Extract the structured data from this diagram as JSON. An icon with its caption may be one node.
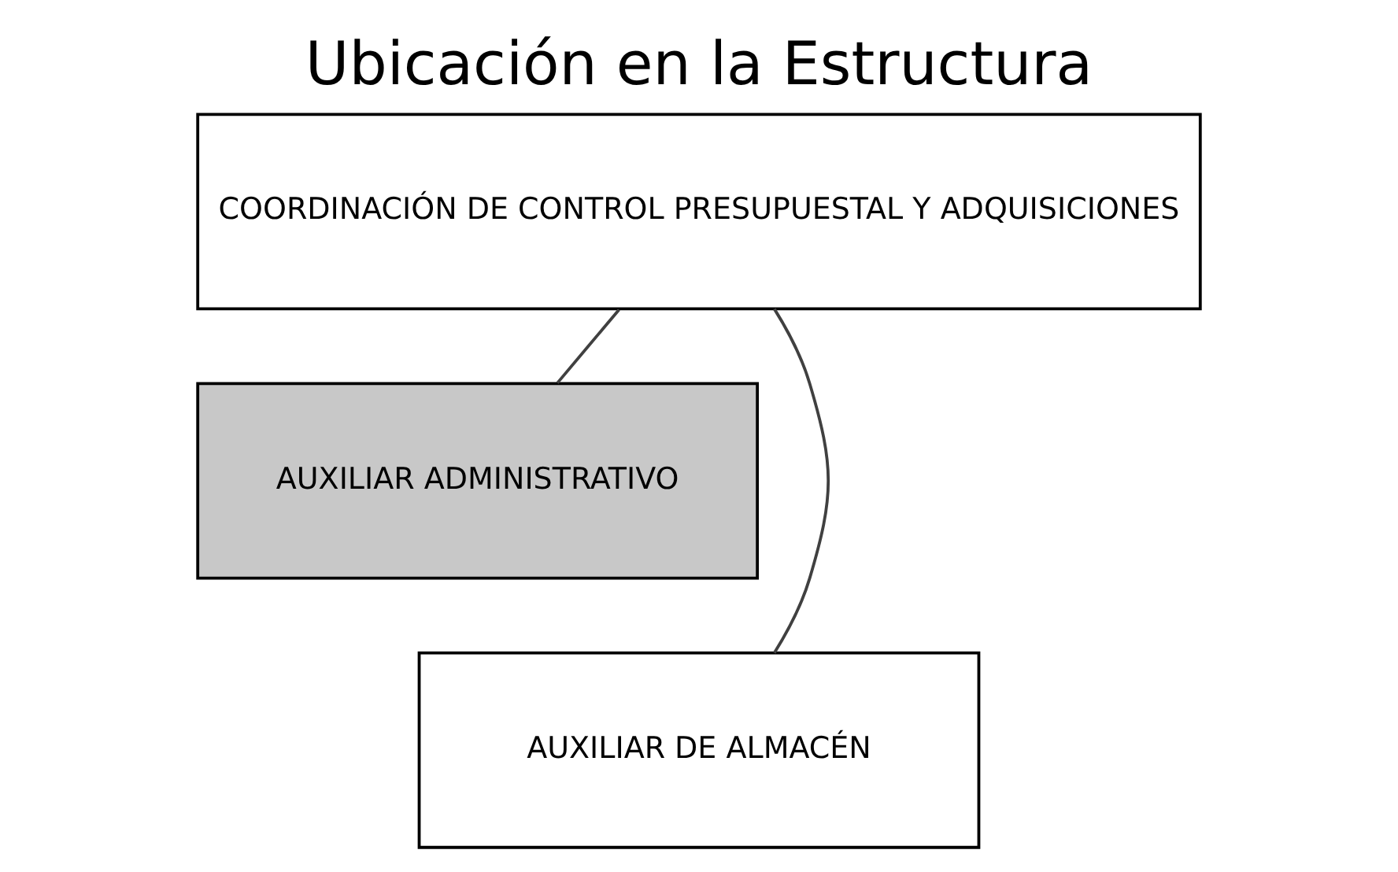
{
  "diagram": {
    "title": "Ubicación en la Estructura",
    "nodes": [
      {
        "text": [
          "COORDINACIÓN DE CONTROL PRESUPUESTAL Y ADQUISICIONES"
        ]
      },
      {
        "text": [
          "AUXILIAR ADMINISTRATIVO"
        ]
      },
      {
        "text": [
          "AUXILIAR DE ALMACÉN"
        ]
      }
    ],
    "edges": [
      {
        "from": 0,
        "to": 1,
        "arrow": "none"
      },
      {
        "from": 0,
        "to": 2,
        "arrow": "none"
      }
    ]
  }
}
